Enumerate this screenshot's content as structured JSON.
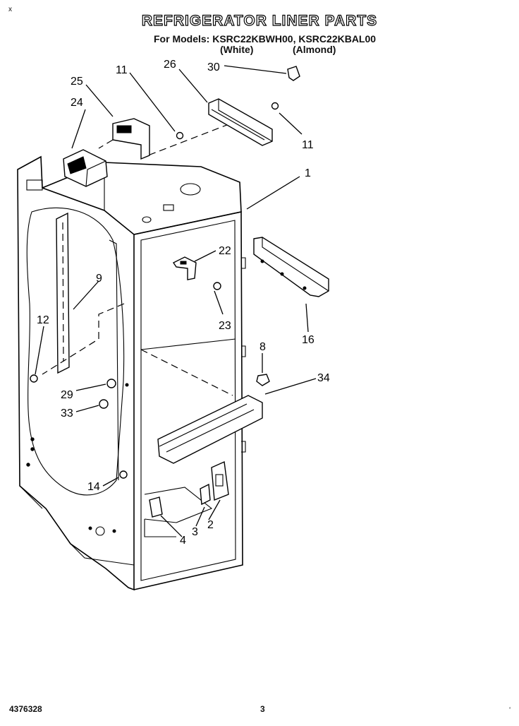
{
  "header": {
    "title": "REFRIGERATOR LINER PARTS",
    "models_line": "For Models: KSRC22KBWH00, KSRC22KBAL00",
    "variant_white": "(White)",
    "variant_almond": "(Almond)"
  },
  "footer": {
    "doc_number": "4376328",
    "page_number": "3"
  },
  "marks": {
    "top_left": "x",
    "bottom_right": "‘"
  },
  "callouts": {
    "c1": "1",
    "c2": "2",
    "c3": "3",
    "c4": "4",
    "c8": "8",
    "c9": "9",
    "c11a": "11",
    "c11b": "11",
    "c12": "12",
    "c14": "14",
    "c16": "16",
    "c22": "22",
    "c23": "23",
    "c24": "24",
    "c25": "25",
    "c26": "26",
    "c29": "29",
    "c30": "30",
    "c33": "33",
    "c34": "34"
  }
}
